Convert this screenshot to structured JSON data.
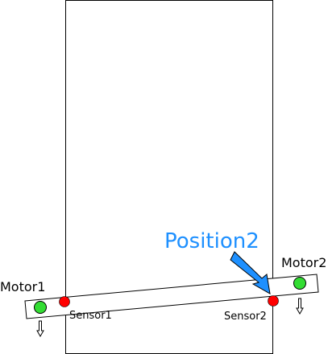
{
  "labels": {
    "motor1": "Motor1",
    "motor2": "Motor2",
    "sensor1": "Sensor1",
    "sensor2": "Sensor2",
    "position": "Position2"
  },
  "colors": {
    "outline": "#000000",
    "sensor": "#ff0000",
    "motor": "#33dd33",
    "position_label": "#1e90ff",
    "position_arrow": "#1e90ff"
  },
  "icons": {
    "motor1_direction": "arrow-down-icon",
    "motor2_direction": "arrow-down-icon",
    "position_pointer": "arrow-icon"
  }
}
